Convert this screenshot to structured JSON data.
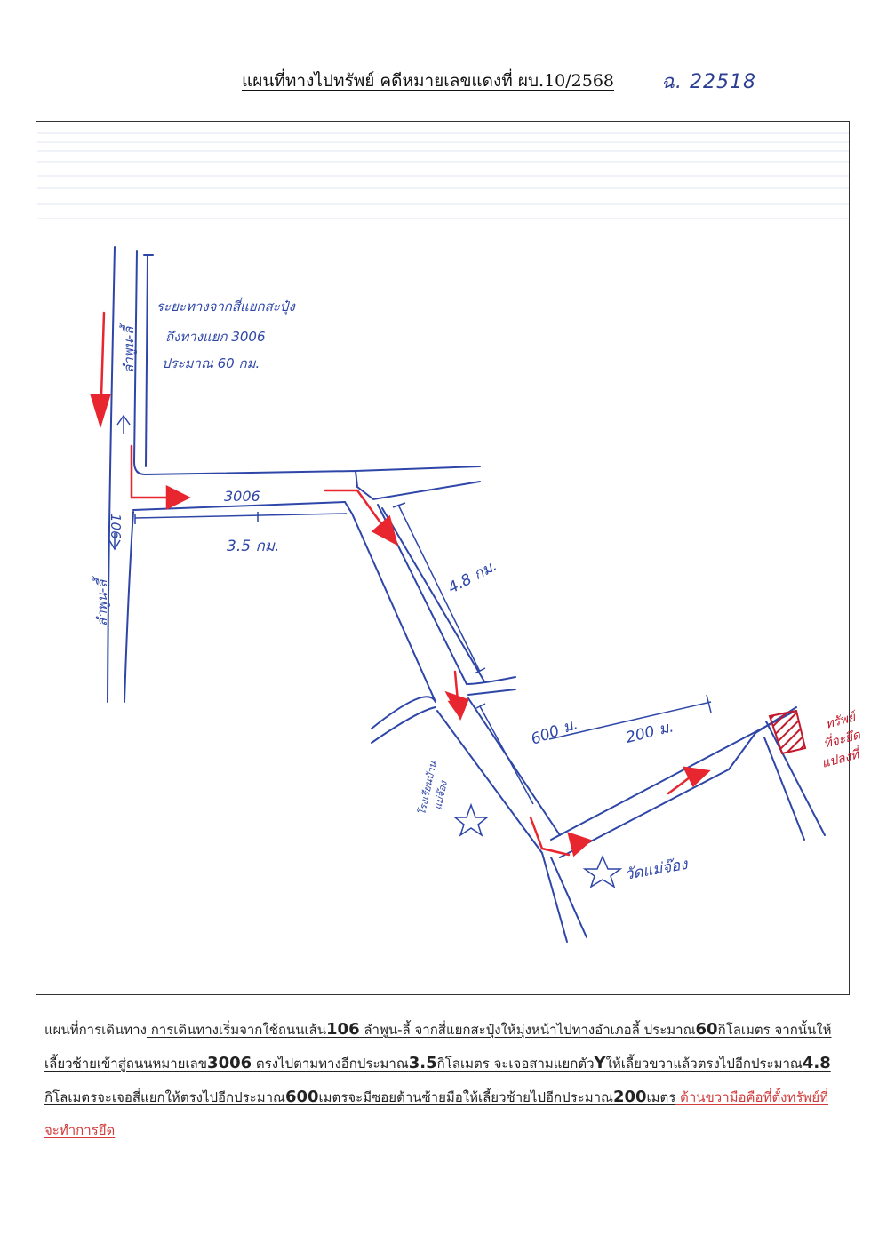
{
  "header": {
    "title": "แผนที่ทางไปทรัพย์ คดีหมายเลขแดงที่ ผบ.10/2568",
    "note": "ฉ. 22518"
  },
  "map": {
    "road_106_label": "106",
    "road_north_label": "ลำพูน-ลี้",
    "road_south_label": "ลำพูน-ลี้",
    "distance_note": [
      "ระยะทางจากสี่แยกสะปุ๋ง",
      "ถึงทางแยก 3006",
      "ประมาณ 60 กม."
    ],
    "road_3006_label": "3006",
    "dist_35": "3.5 กม.",
    "dist_48": "4.8 กม.",
    "dist_600": "600 ม.",
    "dist_200": "200 ม.",
    "school_label": [
      "โรงเรียนบ้าน",
      "แม่จ๊อง"
    ],
    "temple_label": "วัดแม่จ๊อง",
    "property_label": [
      "ทรัพย์",
      "ที่จะยึด",
      "แปลงที่"
    ],
    "road_color": "#2e46a8",
    "arrow_color": "#e8262f",
    "property_color": "#c2192b"
  },
  "description": {
    "lead": "แผนที่การเดินทาง",
    "parts": [
      {
        "text": " การเดินทางเริ่มจากใช้ถนนเส้น",
        "style": "u"
      },
      {
        "text": "106",
        "style": "u big"
      },
      {
        "text": " ลำพูน-ลี้ จากสี่แยกสะปุ๋งให้มุ่งหน้าไปทางอำเภอลี้ ประมาณ",
        "style": "u"
      },
      {
        "text": "60",
        "style": "u big"
      },
      {
        "text": "กิโลเมตร จากนั้นให้เลี้ยวซ้ายเข้าสู่ถนนหมายเลข",
        "style": "u"
      },
      {
        "text": "3006",
        "style": "u big"
      },
      {
        "text": " ตรงไปตามทางอีกประมาณ",
        "style": "u"
      },
      {
        "text": "3.5",
        "style": "u big"
      },
      {
        "text": "กิโลเมตร จะเจอสามแยกตัว",
        "style": "u"
      },
      {
        "text": "Y",
        "style": "u big"
      },
      {
        "text": "ให้เลี้ยวขวาแล้วตรงไปอีกประมาณ",
        "style": "u"
      },
      {
        "text": "4.8",
        "style": "u big"
      },
      {
        "text": " กิโลเมตรจะเจอสี่แยกให้ตรงไปอีกประมาณ",
        "style": "u"
      },
      {
        "text": "600",
        "style": "u big"
      },
      {
        "text": "เมตรจะมีซอยด้านซ้ายมือให้เลี้ยวซ้ายไปอีกประมาณ",
        "style": "u"
      },
      {
        "text": "200",
        "style": "u big"
      },
      {
        "text": "เมตร",
        "style": "u"
      },
      {
        "text": " ด้านขวามือคือที่ตั้งทรัพย์ที่จะทำการยึด",
        "style": "red"
      }
    ]
  }
}
